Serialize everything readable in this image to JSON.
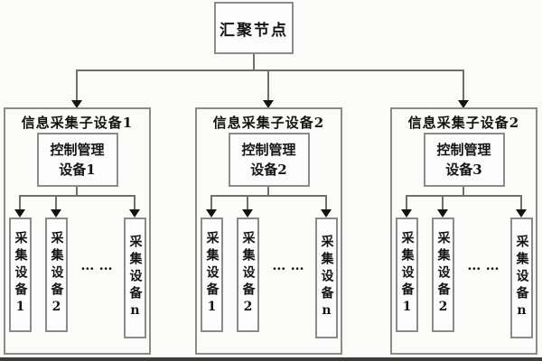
{
  "diagram": {
    "root_label": "汇聚节点",
    "groups": [
      {
        "title": "信息采集子设备1",
        "controller": [
          "控制管理",
          "设备1"
        ],
        "devices": [
          "采集设备1",
          "采集设备2",
          "采集设备n"
        ],
        "ellipsis": "… …"
      },
      {
        "title": "信息采集子设备2",
        "controller": [
          "控制管理",
          "设备2"
        ],
        "devices": [
          "采集设备1",
          "采集设备2",
          "采集设备n"
        ],
        "ellipsis": "… …"
      },
      {
        "title": "信息采集子设备2",
        "controller": [
          "控制管理",
          "设备3"
        ],
        "devices": [
          "采集设备1",
          "采集设备2",
          "采集设备n"
        ],
        "ellipsis": "… …"
      }
    ],
    "colors": {
      "line": "#6f6f6f",
      "border": "#8b8b8b",
      "text": "#141414",
      "background": "#fbfbfa",
      "bottom_bar": "#3d3d3d"
    }
  }
}
